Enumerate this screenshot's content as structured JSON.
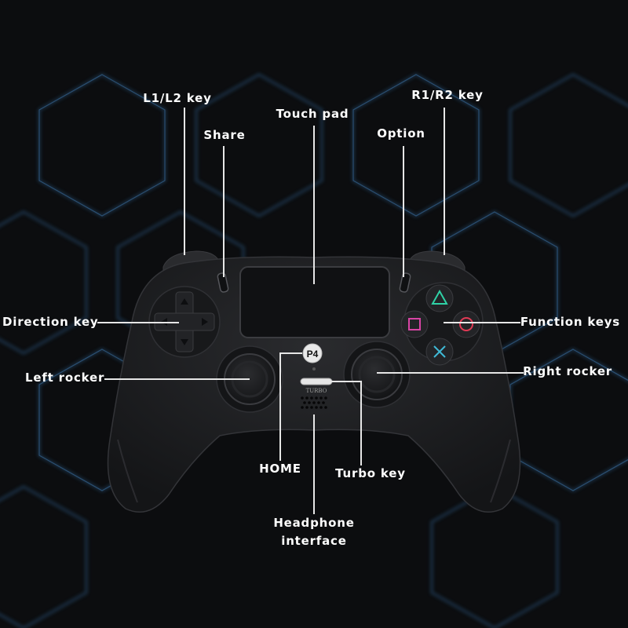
{
  "labels": {
    "l1l2": "L1/L2 key",
    "share": "Share",
    "touchpad": "Touch pad",
    "option": "Option",
    "r1r2": "R1/R2 key",
    "direction": "Direction key",
    "function": "Function keys",
    "left_rocker": "Left rocker",
    "right_rocker": "Right rocker",
    "home": "HOME",
    "turbo_key": "Turbo key",
    "headphone_line1": "Headphone",
    "headphone_line2": "interface"
  },
  "controller": {
    "home_badge": "P4",
    "turbo_text": "TURBO"
  },
  "colors": {
    "background": "#0c0d0f",
    "hex_glow": "#2c5a86",
    "body": "#1b1c1e",
    "leader": "#e8e8e8",
    "triangle": "#2fd1a6",
    "circle": "#e03a55",
    "cross": "#3fb9d6",
    "square": "#d845a5"
  },
  "icons": [
    "triangle-icon",
    "circle-icon",
    "cross-icon",
    "square-icon",
    "arrow-up-icon",
    "arrow-down-icon",
    "arrow-left-icon",
    "arrow-right-icon"
  ]
}
